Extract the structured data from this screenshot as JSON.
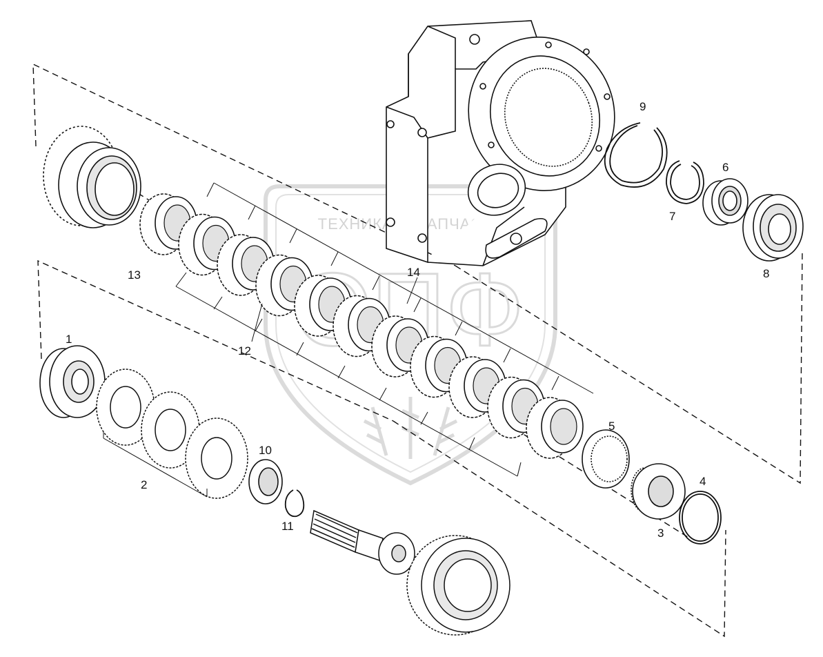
{
  "figure": {
    "callouts": [
      "1",
      "2",
      "3",
      "4",
      "5",
      "6",
      "7",
      "8",
      "9",
      "10",
      "11",
      "12",
      "13",
      "14"
    ]
  },
  "watermark": {
    "text": "ТЕХНИКА ⚙ ЗАПЧАСТИ",
    "logo_letters": "ЭПФ"
  },
  "colors": {
    "line": "#111111",
    "watermark": "#d0d0d0"
  }
}
